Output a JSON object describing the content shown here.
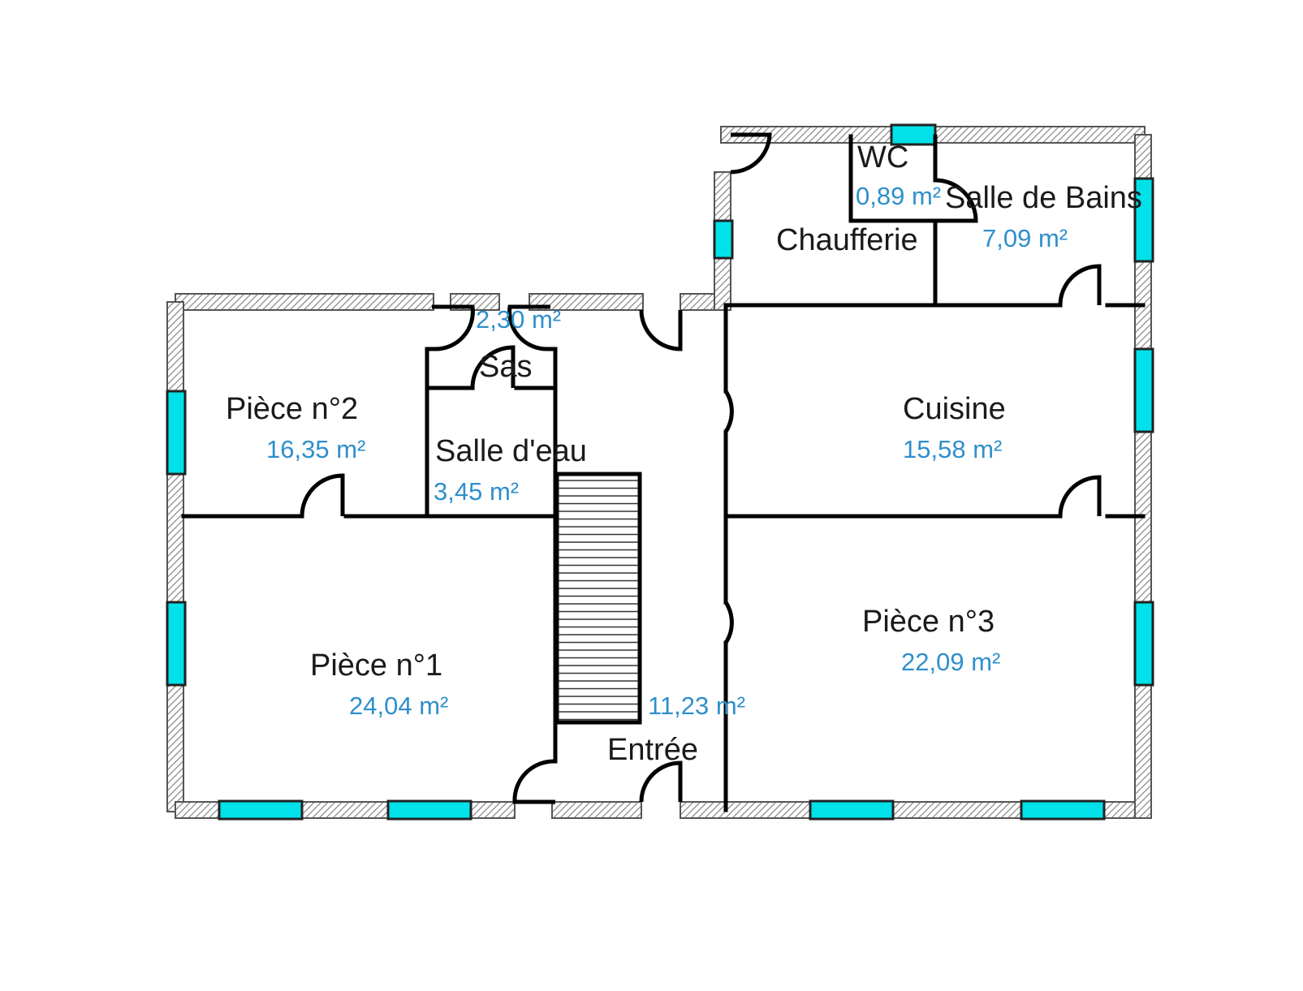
{
  "colors": {
    "window": "#00e1ea",
    "area_text": "#2f8fcc",
    "wall_hatch": "#8c8c8c",
    "partition": "#000000"
  },
  "rooms": {
    "wc": {
      "name": "WC",
      "area": "0,89  m²"
    },
    "salle_de_bains": {
      "name": "Salle de Bains",
      "area": "7,09  m²"
    },
    "chaufferie": {
      "name": "Chaufferie"
    },
    "sas": {
      "name": "Sas",
      "area": "2,30  m²"
    },
    "piece2": {
      "name": "Pièce  n°2",
      "area": "16,35  m²"
    },
    "salle_deau": {
      "name": "Salle d'eau",
      "area": "3,45  m²"
    },
    "cuisine": {
      "name": "Cuisine",
      "area": "15,58  m²"
    },
    "piece1": {
      "name": "Pièce  n°1",
      "area": "24,04  m²"
    },
    "entree": {
      "name": "Entrée",
      "area": "11,23  m²"
    },
    "piece3": {
      "name": "Pièce  n°3",
      "area": "22,09  m²"
    }
  }
}
